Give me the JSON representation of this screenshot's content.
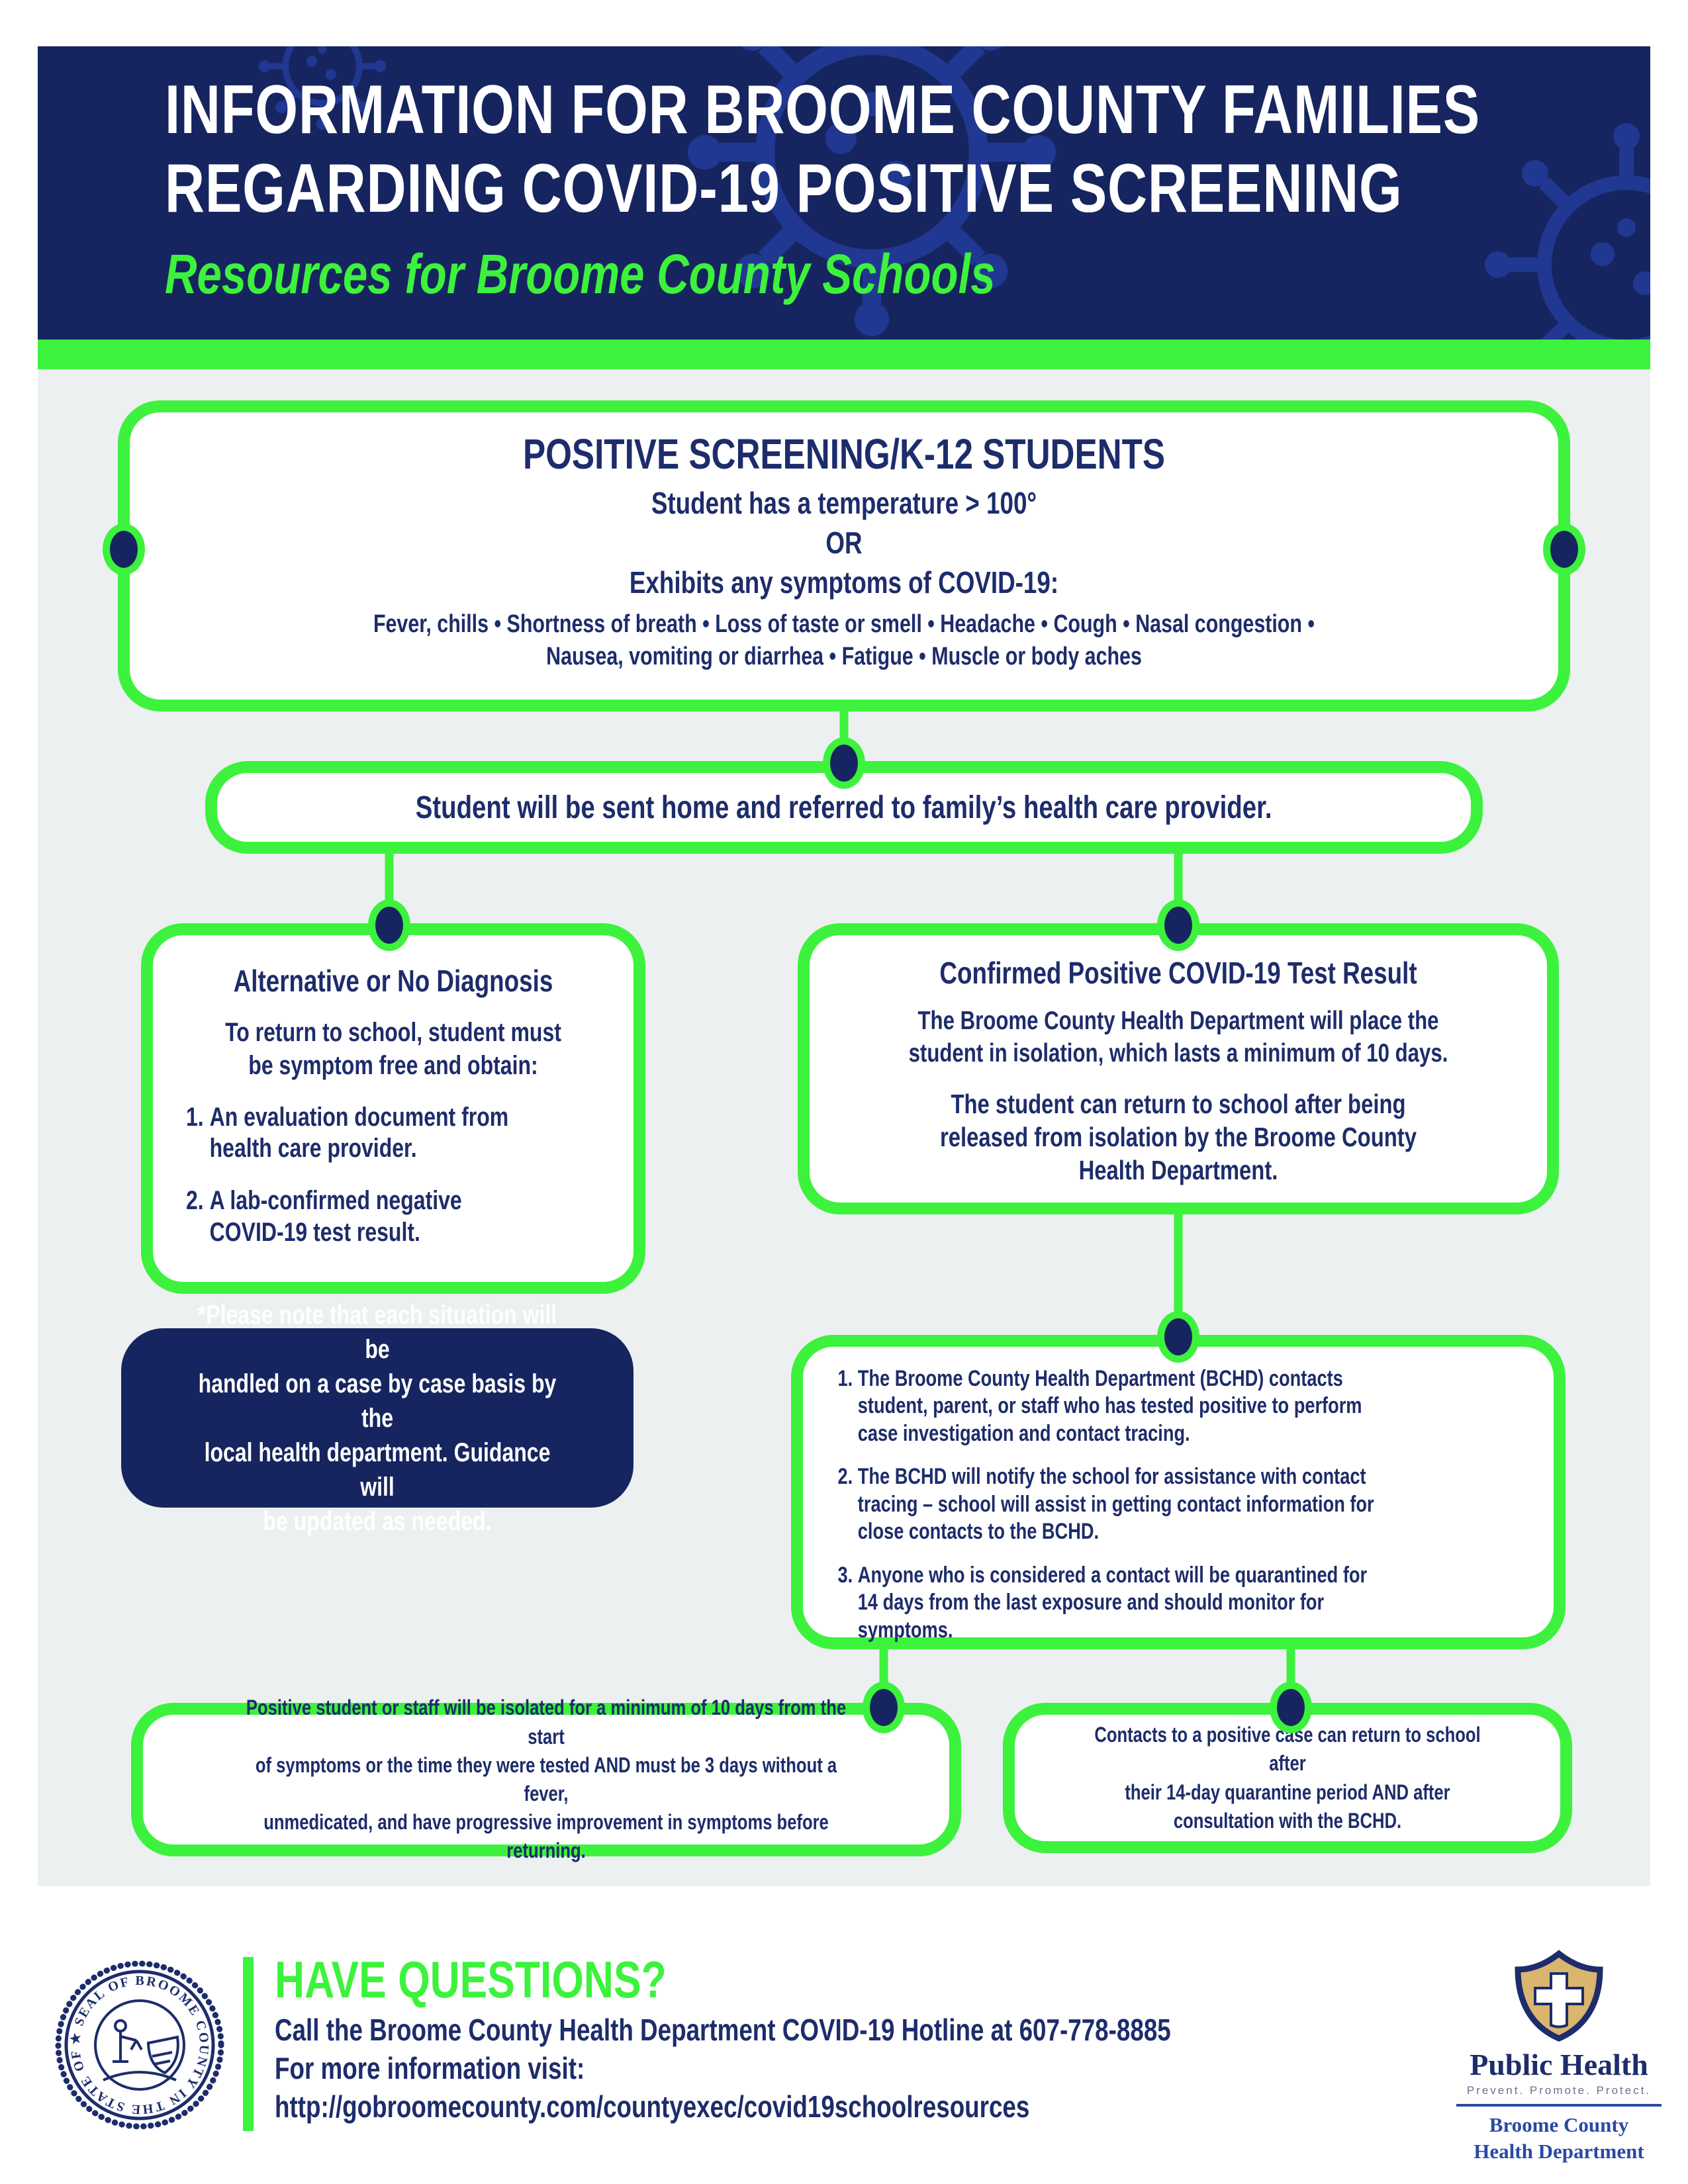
{
  "colors": {
    "navy": "#16255f",
    "green": "#3df23d",
    "background_gray": "#edf0f1",
    "logo_tan": "#d9b56e",
    "logo_blue": "#2a49a4"
  },
  "header": {
    "title_line1": "INFORMATION FOR BROOME COUNTY FAMILIES",
    "title_line2": "REGARDING COVID-19 POSITIVE SCREENING",
    "subtitle": "Resources for Broome County Schools"
  },
  "flowchart": {
    "screening_box": {
      "title": "POSITIVE SCREENING/K-12 STUDENTS",
      "temperature_line": "Student has a temperature > 100°",
      "or_label": "OR",
      "symptoms_heading": "Exhibits any symptoms of COVID-19:",
      "symptoms_lines": [
        "Fever, chills • Shortness of breath • Loss of taste or smell • Headache • Cough • Nasal congestion •",
        "Nausea, vomiting or diarrhea • Fatigue • Muscle or body aches"
      ]
    },
    "sent_home_box": {
      "text": "Student will be sent home and referred to family’s health care provider."
    },
    "alternative_box": {
      "title": "Alternative or No Diagnosis",
      "intro_lines": [
        "To return to school, student must",
        "be symptom free and obtain:"
      ],
      "items": [
        "An evaluation document from health care provider.",
        "A lab-confirmed negative COVID-19 test result."
      ]
    },
    "confirmed_box": {
      "title": "Confirmed Positive COVID-19 Test Result",
      "para_lines": [
        "The Broome County Health Department will place the",
        "student in isolation, which lasts a minimum of 10 days."
      ],
      "return_para_lines": [
        "The student can return to school after being",
        "released from isolation by the Broome County",
        "Health Department."
      ]
    },
    "note_box": {
      "text_lines": [
        "*Please note that each situation will be",
        "handled on a case by case basis by the",
        "local health department. Guidance will",
        "be updated as needed."
      ]
    },
    "bchd_steps_box": {
      "items": [
        "The Broome County Health Department (BCHD) contacts student, parent, or staff who has tested positive to perform case investigation and contact tracing.",
        "The BCHD will notify the school for assistance with contact tracing – school will assist in getting contact information for close contacts to the BCHD.",
        "Anyone who is considered a contact will be quarantined for 14 days from the last exposure and should monitor for symptoms."
      ]
    },
    "isolation_box": {
      "text_lines": [
        "Positive student or staff will be isolated for a minimum of 10 days from the start",
        "of symptoms or the time they were tested AND must be 3 days without a fever,",
        "unmedicated, and have progressive improvement in symptoms before returning."
      ]
    },
    "contacts_box": {
      "text_lines": [
        "Contacts to a positive case can return to school after",
        "their 14-day quarantine period AND after",
        "consultation with the BCHD."
      ]
    }
  },
  "footer": {
    "seal_text": "★ SEAL OF BROOME COUNTY IN THE STATE OF NEW YORK ★",
    "questions_heading": "HAVE QUESTIONS?",
    "hotline_line": "Call the Broome County Health Department COVID-19 Hotline at 607-778-8885",
    "info_line": "For more information visit:",
    "url": "http://gobroomecounty.com/countyexec/covid19schoolresources",
    "logo": {
      "name": "Public Health",
      "tagline": "Prevent. Promote. Protect.",
      "org_line1": "Broome County",
      "org_line2": "Health Department"
    }
  }
}
